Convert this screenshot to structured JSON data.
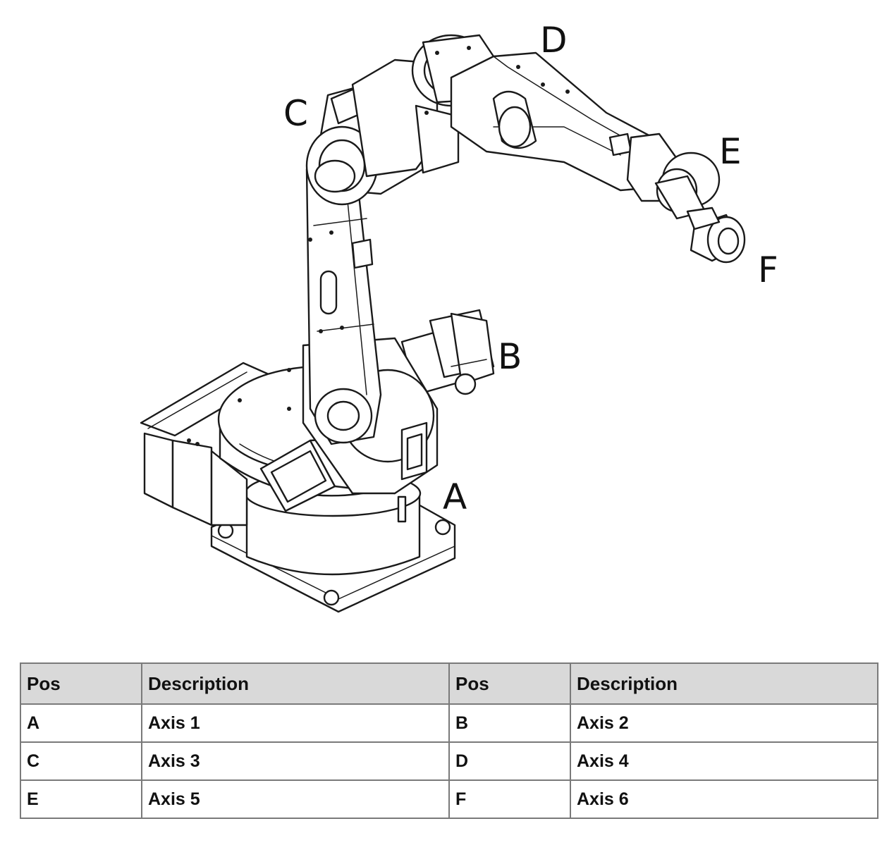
{
  "figure": {
    "labels": {
      "a": "A",
      "b": "B",
      "c": "C",
      "d": "D",
      "e": "E",
      "f": "F"
    }
  },
  "table": {
    "headers": [
      "Pos",
      "Description",
      "Pos",
      "Description"
    ],
    "rows": [
      [
        "A",
        "Axis 1",
        "B",
        "Axis 2"
      ],
      [
        "C",
        "Axis 3",
        "D",
        "Axis 4"
      ],
      [
        "E",
        "Axis 5",
        "F",
        "Axis 6"
      ]
    ]
  }
}
